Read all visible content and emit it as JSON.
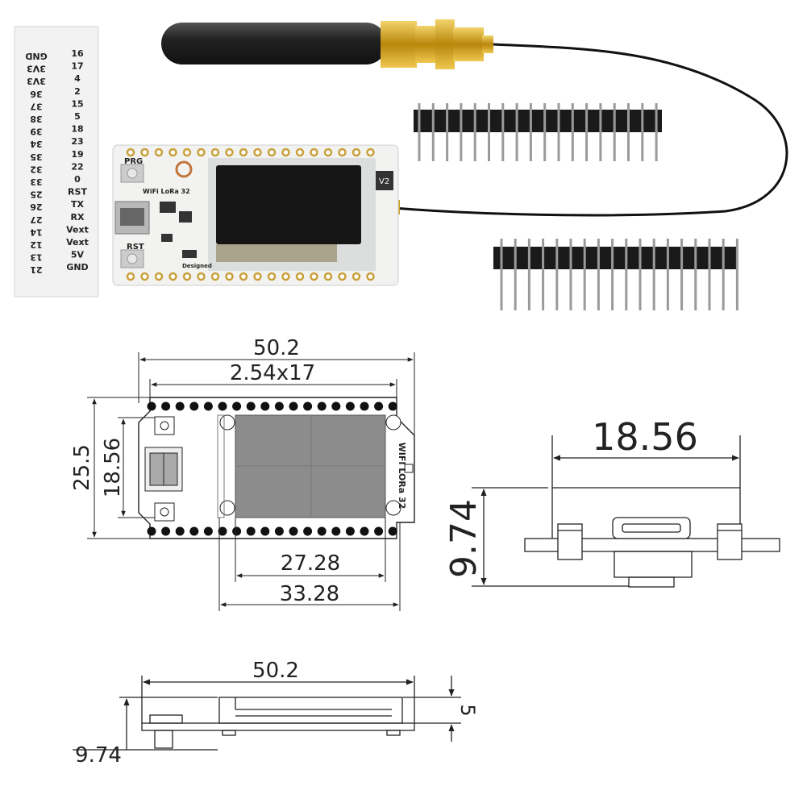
{
  "pin_label_card": {
    "left_column": [
      "GND",
      "3V3",
      "3V3",
      "36",
      "37",
      "38",
      "39",
      "34",
      "35",
      "32",
      "33",
      "25",
      "26",
      "27",
      "14",
      "12",
      "13",
      "21"
    ],
    "right_column": [
      "16",
      "17",
      "4",
      "2",
      "15",
      "5",
      "18",
      "23",
      "19",
      "22",
      "0",
      "RST",
      "TX",
      "RX",
      "Vext",
      "Vext",
      "5V",
      "GND"
    ]
  },
  "board": {
    "buttons": {
      "top": "PRG",
      "bottom": "RST"
    },
    "silkscreen": "WiFi LoRa 32",
    "designer": "Designed",
    "version": "V2"
  },
  "drawing_top": {
    "overall_length": "50.2",
    "pin_pitch": "2.54x17",
    "overall_width": "25.5",
    "inner_width": "18.56",
    "display_length": "27.28",
    "display_outline": "33.28",
    "board_label": "WIFI LORa 32"
  },
  "drawing_side": {
    "usb_width": "18.56",
    "height": "9.74"
  },
  "drawing_bottom": {
    "overall_length": "50.2",
    "display_thickness": "5",
    "total_height": "9.74"
  },
  "colors": {
    "board": "#f2f2f0",
    "oled": "#151515",
    "antenna_body": "#2a2a2a",
    "sma_gold": "#c9a227",
    "drawing_display": "#8c8c8c",
    "line": "#222222"
  }
}
